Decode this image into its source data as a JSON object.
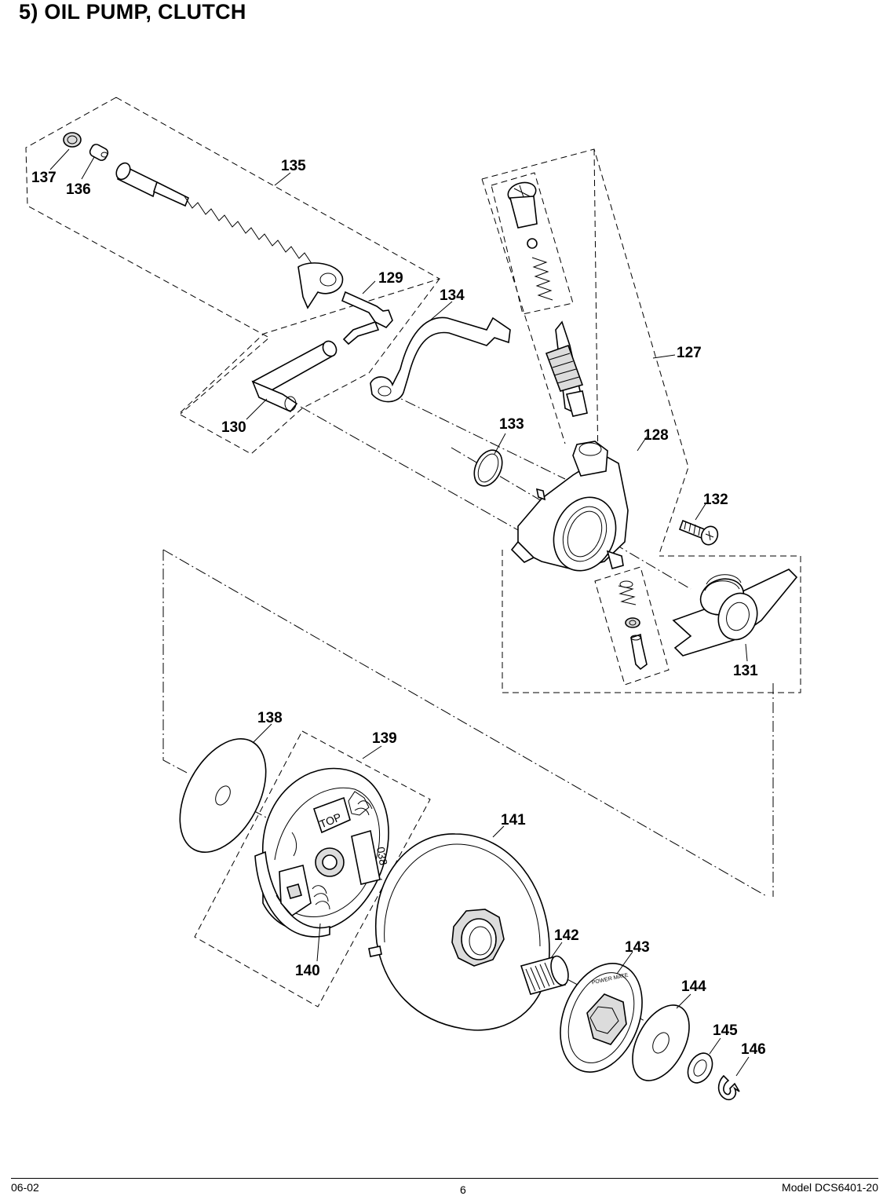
{
  "page": {
    "title": "5)  OIL PUMP, CLUTCH"
  },
  "footer": {
    "date": "06-02",
    "page_number": "6",
    "model": "Model  DCS6401-20"
  },
  "parts": {
    "p127": "127",
    "p128": "128",
    "p129": "129",
    "p130": "130",
    "p131": "131",
    "p132": "132",
    "p133": "133",
    "p134": "134",
    "p135": "135",
    "p136": "136",
    "p137": "137",
    "p138": "138",
    "p139": "139",
    "p140": "140",
    "p141": "141",
    "p142": "142",
    "p143": "143",
    "p144": "144",
    "p145": "145",
    "p146": "146"
  },
  "markings": {
    "clutch_top": "TOP",
    "clutch_size": "038",
    "rim_brand": "POWER MATE"
  }
}
